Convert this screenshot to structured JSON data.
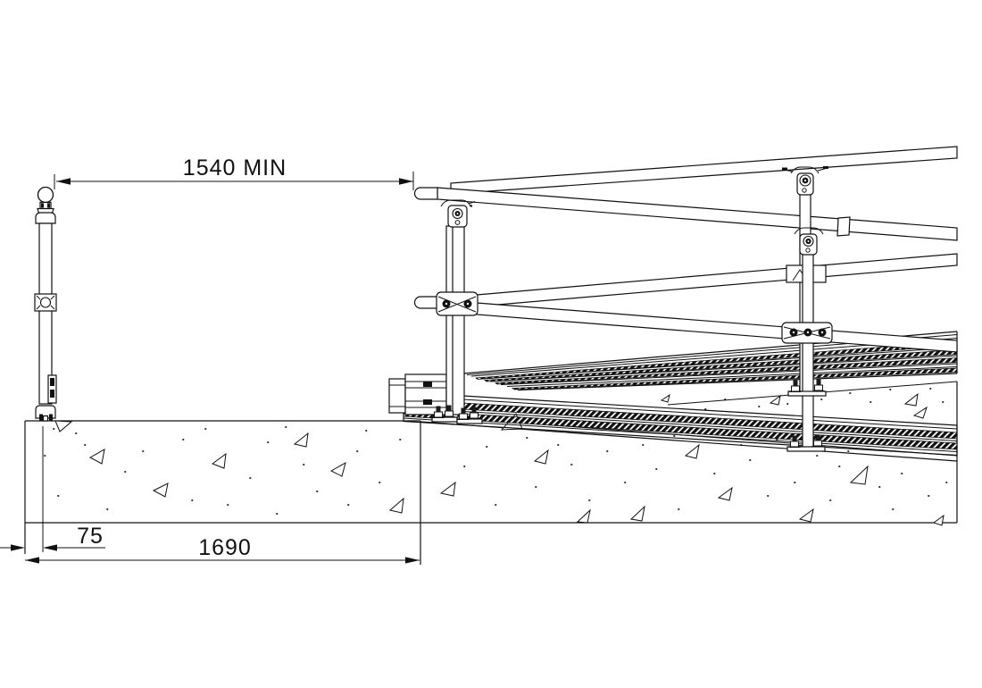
{
  "page": {
    "background": "#ffffff",
    "line_color": "#111111"
  },
  "dimensions": {
    "clearance": {
      "value": "1540 MIN"
    },
    "offset": {
      "value": "75"
    },
    "length": {
      "value": "1690"
    }
  }
}
